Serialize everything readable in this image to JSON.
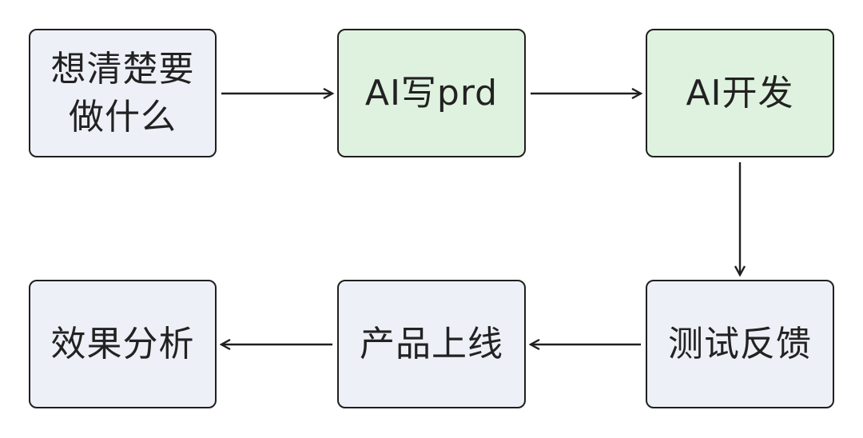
{
  "colors": {
    "default_node_fill": "#eef0f8",
    "ai_node_fill": "#dff2df",
    "border": "#1f1f1f",
    "arrow": "#1f1f1f",
    "text": "#222222"
  },
  "nodes": [
    {
      "id": "n1",
      "label": "想清楚要\n做什么",
      "style": "default"
    },
    {
      "id": "n2",
      "label": "AI写prd",
      "style": "ai"
    },
    {
      "id": "n3",
      "label": "AI开发",
      "style": "ai"
    },
    {
      "id": "n4",
      "label": "测试反馈",
      "style": "default"
    },
    {
      "id": "n5",
      "label": "产品上线",
      "style": "default"
    },
    {
      "id": "n6",
      "label": "效果分析",
      "style": "default"
    }
  ],
  "edges": [
    {
      "from": "n1",
      "to": "n2"
    },
    {
      "from": "n2",
      "to": "n3"
    },
    {
      "from": "n3",
      "to": "n4"
    },
    {
      "from": "n4",
      "to": "n5"
    },
    {
      "from": "n5",
      "to": "n6"
    }
  ]
}
